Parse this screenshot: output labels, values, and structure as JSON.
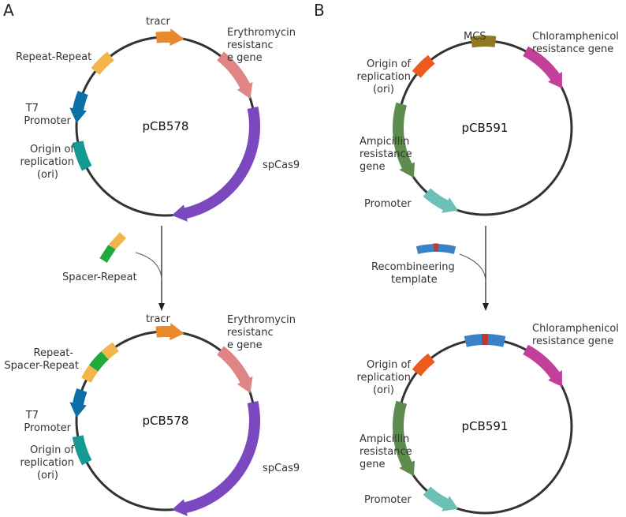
{
  "panels": [
    {
      "letter": "A",
      "plasmids": [
        {
          "name": "pCB578",
          "features": [
            {
              "label": "tracr",
              "color": "#e8892b"
            },
            {
              "label": "Erythromycin resistance gene",
              "color": "#e08585"
            },
            {
              "label": "Repeat-Repeat",
              "color": "#f2b54a"
            },
            {
              "label": "T7 Promoter",
              "color": "#0d6fa8"
            },
            {
              "label": "Origin of replication (ori)",
              "color": "#139a93"
            },
            {
              "label": "spCas9",
              "color": "#7b48c0"
            }
          ]
        },
        {
          "name": "pCB578",
          "features": [
            {
              "label": "tracr",
              "color": "#e8892b"
            },
            {
              "label": "Erythromycin resistance gene",
              "color": "#e08585"
            },
            {
              "label": "Repeat-Spacer-Repeat",
              "color": "#f2b54a"
            },
            {
              "label": "T7 Promoter",
              "color": "#0d6fa8"
            },
            {
              "label": "Origin of replication (ori)",
              "color": "#139a93"
            },
            {
              "label": "spCas9",
              "color": "#7b48c0"
            }
          ]
        }
      ],
      "insert": {
        "label": "Spacer-Repeat",
        "colors": [
          "#f2b54a",
          "#1faa3c"
        ]
      }
    },
    {
      "letter": "B",
      "plasmids": [
        {
          "name": "pCB591",
          "features": [
            {
              "label": "MCS",
              "color": "#8f7a22"
            },
            {
              "label": "Chloramphenicol resistance gene",
              "color": "#c2409a"
            },
            {
              "label": "Origin of replication (ori)",
              "color": "#ec5a1d"
            },
            {
              "label": "Ampicillin resistance gene",
              "color": "#5e8c4f"
            },
            {
              "label": "Promoter",
              "color": "#6cc0b6"
            }
          ]
        },
        {
          "name": "pCB591",
          "features": [
            {
              "label": "Chloramphenicol resistance gene",
              "color": "#c2409a"
            },
            {
              "label": "Origin of replication (ori)",
              "color": "#ec5a1d"
            },
            {
              "label": "Ampicillin resistance gene",
              "color": "#5e8c4f"
            },
            {
              "label": "Promoter",
              "color": "#6cc0b6"
            }
          ],
          "insert_color": "#3a82c8",
          "mutation_color": "#c0392b"
        }
      ],
      "insert": {
        "label": "Recombineering template",
        "colors": [
          "#3a82c8",
          "#c0392b"
        ]
      }
    }
  ]
}
